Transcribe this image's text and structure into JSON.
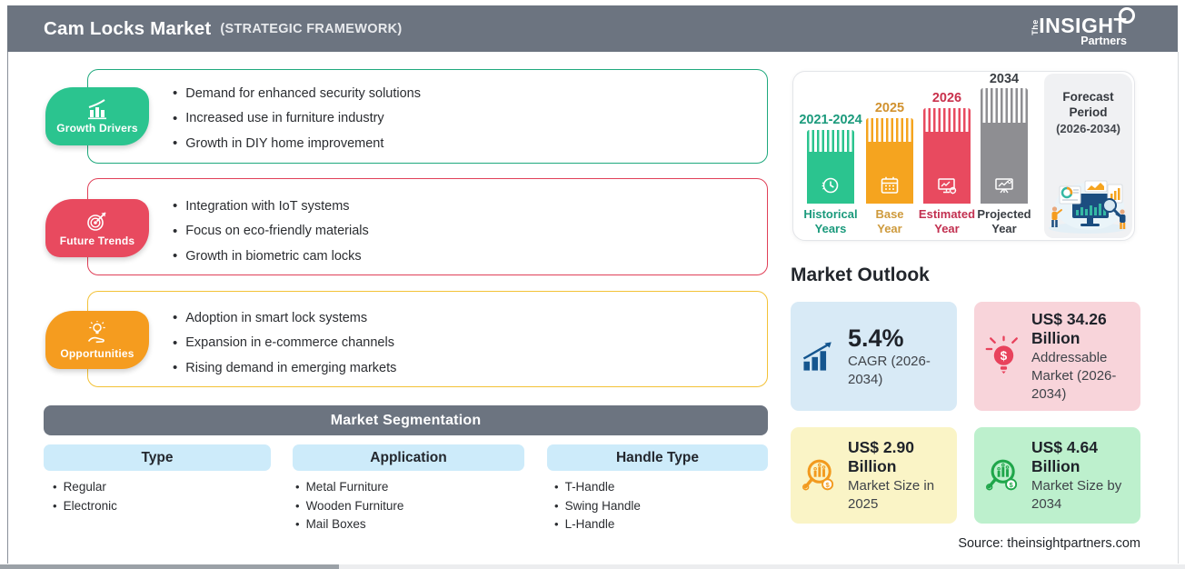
{
  "header": {
    "title": "Cam Locks Market",
    "subtitle": "(STRATEGIC FRAMEWORK)",
    "bg_color": "#6C7480",
    "logo": {
      "the": "The",
      "insight": "INSIGHT",
      "partners": "Partners"
    }
  },
  "framework": {
    "sections": [
      {
        "label": "Growth Drivers",
        "icon": "bar-chart-growth-icon",
        "color": "#2BC48F",
        "border_color": "#1FA97D",
        "bullets": [
          "Demand for enhanced security solutions",
          "Increased use in furniture industry",
          "Growth in DIY home improvement"
        ]
      },
      {
        "label": "Future Trends",
        "icon": "target-dart-icon",
        "color": "#E84A5F",
        "border_color": "#E04058",
        "bullets": [
          "Integration with IoT systems",
          "Focus on eco-friendly materials",
          "Growth in biometric cam locks"
        ]
      },
      {
        "label": "Opportunities",
        "icon": "bulb-hand-icon",
        "color": "#F59C1F",
        "border_color": "#F3C237",
        "bullets": [
          "Adoption in smart lock systems",
          "Expansion in e-commerce channels",
          "Rising demand in emerging markets"
        ]
      }
    ]
  },
  "segmentation": {
    "title": "Market Segmentation",
    "header_bg": "#6C7480",
    "column_header_bg": "#CDEBFA",
    "columns": [
      {
        "header": "Type",
        "items": [
          "Regular",
          "Electronic"
        ]
      },
      {
        "header": "Application",
        "items": [
          "Metal Furniture",
          "Wooden Furniture",
          "Mail Boxes"
        ]
      },
      {
        "header": "Handle Type",
        "items": [
          "T-Handle",
          "Swing Handle",
          "L-Handle"
        ]
      }
    ]
  },
  "timeline": {
    "bars": [
      {
        "year": "2021-2024",
        "label": "Historical\nYears",
        "color": "#2BC48F",
        "text_color": "#1B9A7C",
        "icon": "clock-history-icon"
      },
      {
        "year": "2025",
        "label": "Base\nYear",
        "color": "#F5A41F",
        "text_color": "#D1922F",
        "icon": "calendar-icon"
      },
      {
        "year": "2026",
        "label": "Estimated\nYear",
        "color": "#E84A5F",
        "text_color": "#C9314C",
        "icon": "monitor-gear-icon"
      },
      {
        "year": "2034",
        "label": "Projected\nYear",
        "color": "#8E8E92",
        "text_color": "#3A3E43",
        "icon": "presentation-chart-icon"
      }
    ],
    "forecast_label": "Forecast\nPeriod",
    "forecast_range": "(2026-2034)"
  },
  "outlook": {
    "title": "Market Outlook",
    "cards": [
      {
        "value": "5.4%",
        "caption": "CAGR (2026-2034)",
        "bg": "#D8EAF6",
        "icon": "bar-chart-arrow-icon",
        "icon_color": "#15568F"
      },
      {
        "value": "US$ 34.26 Billion",
        "caption": "Addressable Market (2026-2034)",
        "bg": "#F8D4DA",
        "icon": "bulb-dollar-icon",
        "icon_color": "#E8425C"
      },
      {
        "value": "US$ 2.90 Billion",
        "caption": "Market Size in 2025",
        "bg": "#FAF4C6",
        "icon": "magnifier-bars-icon",
        "icon_color": "#F29A1E"
      },
      {
        "value": "US$ 4.64 Billion",
        "caption": "Market Size by 2034",
        "bg": "#BDF0CD",
        "icon": "magnifier-bars-icon",
        "icon_color": "#1FA64A"
      }
    ]
  },
  "source": "Source: theinsightpartners.com"
}
